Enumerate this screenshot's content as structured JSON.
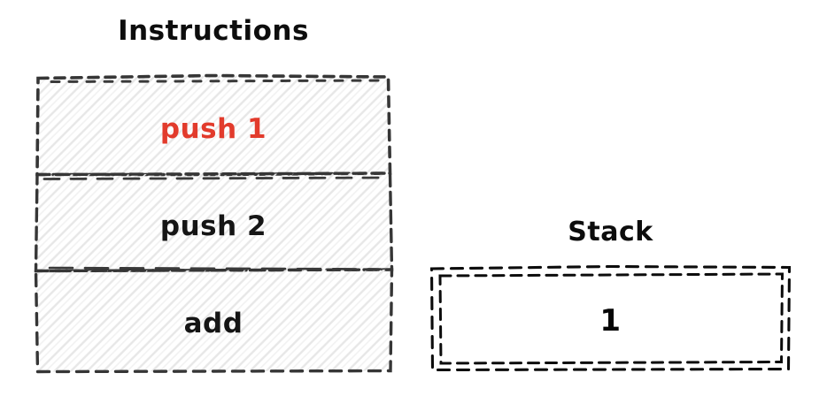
{
  "diagram": {
    "description": "Hand-drawn sketch of a stack machine: a list of instructions with the current one highlighted, and the resulting stack contents",
    "instructions": {
      "title": "Instructions",
      "items": [
        {
          "label": "push 1",
          "highlighted": true
        },
        {
          "label": "push 2",
          "highlighted": false
        },
        {
          "label": "add",
          "highlighted": false
        }
      ]
    },
    "stack": {
      "title": "Stack",
      "items": [
        "1"
      ]
    },
    "style": {
      "highlight_color": "#e23b2c",
      "instruction_ink": "#363636",
      "stack_ink": "#0c0c0c",
      "hatch_color": "#e7e7e7",
      "background": "#ffffff"
    }
  }
}
